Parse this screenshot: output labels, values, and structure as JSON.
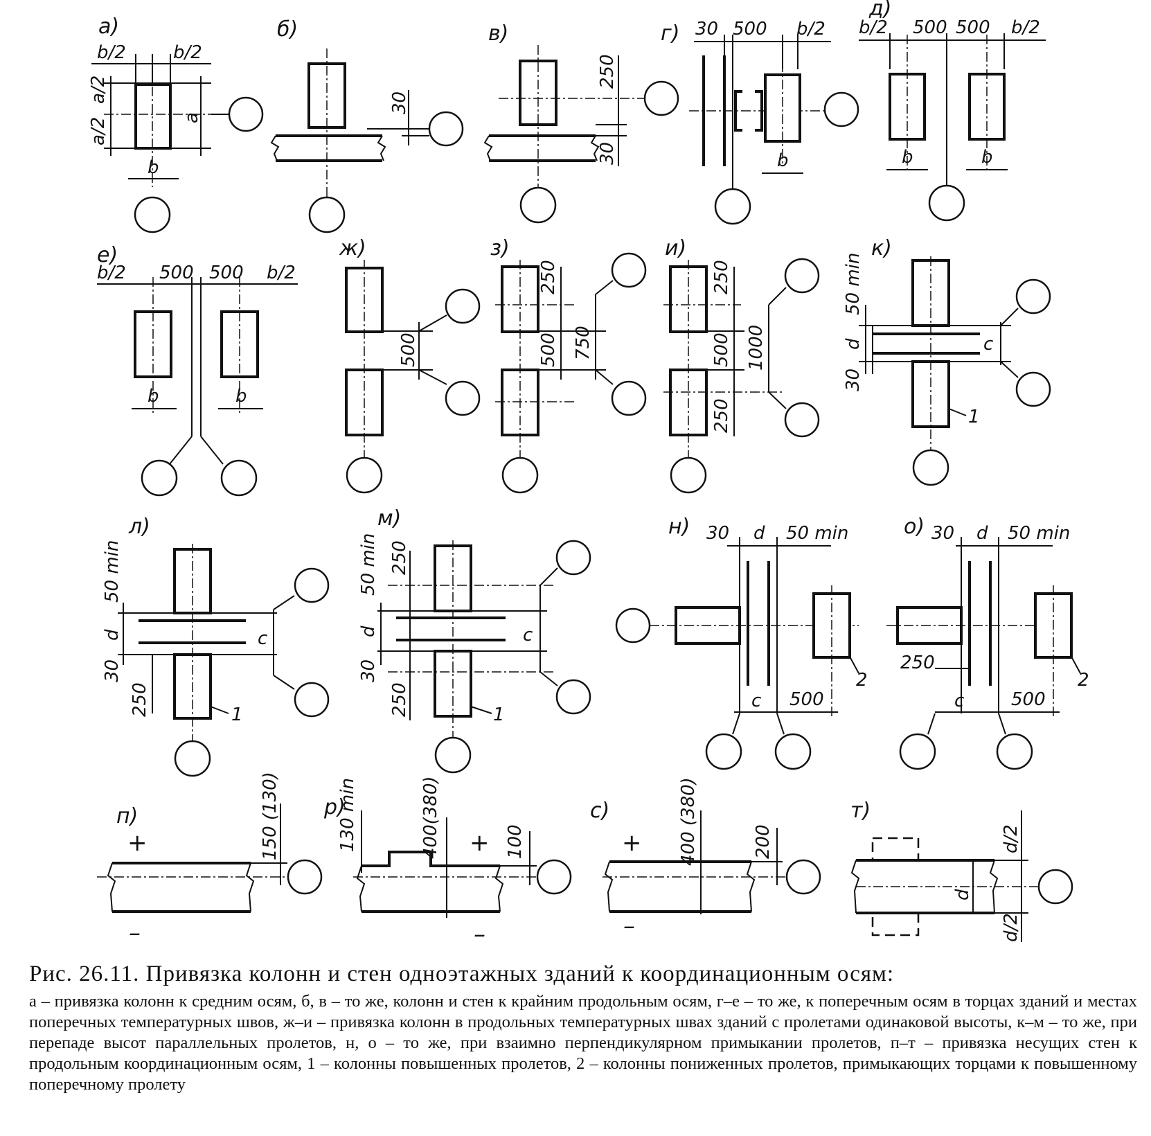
{
  "caption": {
    "title": "Рис. 26.11. Привязка колонн и стен одноэтажных зданий к координационным осям:",
    "body": "а – привязка колонн к средним осям, б, в – то же, колонн и стен к крайним продольным осям, г–е – то же, к поперечным осям в торцах зданий и местах поперечных температурных швов, ж–и – привязка колонн в продольных температурных швах зданий с пролетами одинаковой высоты, к–м – то же, при перепаде высот параллельных пролетов, н, о – то же, при взаимно перпендикулярном примыкании пролетов, п–т – привязка несущих стен к продольным координационным осям, 1 – колонны повышенных пролетов, 2 – колонны пониженных пролетов, примыкающих торцами к повышенному поперечному пролету"
  },
  "panels": {
    "a": {
      "label": "а)",
      "b2_left": "b/2",
      "b2_right": "b/2",
      "a2_top": "a/2",
      "a2_bottom": "a/2",
      "a": "a",
      "b": "b"
    },
    "b": {
      "label": "б)",
      "d30": "30"
    },
    "v": {
      "label": "в)",
      "d250": "250",
      "d30": "30"
    },
    "g": {
      "label": "г)",
      "d30": "30",
      "d500": "500",
      "b2": "b/2",
      "b": "b"
    },
    "d": {
      "label": "д)",
      "b2_left": "b/2",
      "d500_left": "500",
      "d500_right": "500",
      "b2_right": "b/2",
      "b_left": "b",
      "b_right": "b"
    },
    "e": {
      "label": "е)",
      "b2_left": "b/2",
      "d500_left": "500",
      "d500_right": "500",
      "b2_right": "b/2",
      "b_left": "b",
      "b_right": "b"
    },
    "zh": {
      "label": "ж)",
      "d500": "500"
    },
    "z": {
      "label": "з)",
      "d250": "250",
      "d500": "500",
      "d750": "750"
    },
    "i": {
      "label": "и)",
      "d250_top": "250",
      "d500": "500",
      "d1000": "1000",
      "d250_bottom": "250"
    },
    "k": {
      "label": "к)",
      "min50": "50 min",
      "d": "d",
      "d30": "30",
      "c": "c",
      "n1": "1"
    },
    "l": {
      "label": "л)",
      "min50": "50 min",
      "d": "d",
      "d30": "30",
      "d250": "250",
      "c": "c",
      "n1": "1"
    },
    "m": {
      "label": "м)",
      "min50": "50 min",
      "d250_top": "250",
      "d": "d",
      "d30": "30",
      "d250_bottom": "250",
      "c": "c",
      "n1": "1"
    },
    "n": {
      "label": "н)",
      "d30": "30",
      "d": "d",
      "min50": "50 min",
      "c": "c",
      "d500": "500",
      "n2": "2"
    },
    "o": {
      "label": "о)",
      "d30": "30",
      "d": "d",
      "min50": "50 min",
      "d250": "250",
      "c": "c",
      "d500": "500",
      "n2": "2"
    },
    "p": {
      "label": "п)",
      "plus": "+",
      "minus": "–",
      "d150": "150 (130)"
    },
    "r": {
      "label": "р)",
      "min130": "130 min",
      "d400": "400(380)",
      "d100": "100",
      "plus": "+",
      "minus": "–"
    },
    "s": {
      "label": "с)",
      "d400": "400 (380)",
      "d200": "200",
      "plus": "+",
      "minus": "–"
    },
    "t": {
      "label": "т)",
      "d2_top": "d/2",
      "d": "d",
      "d2_bottom": "d/2"
    }
  }
}
